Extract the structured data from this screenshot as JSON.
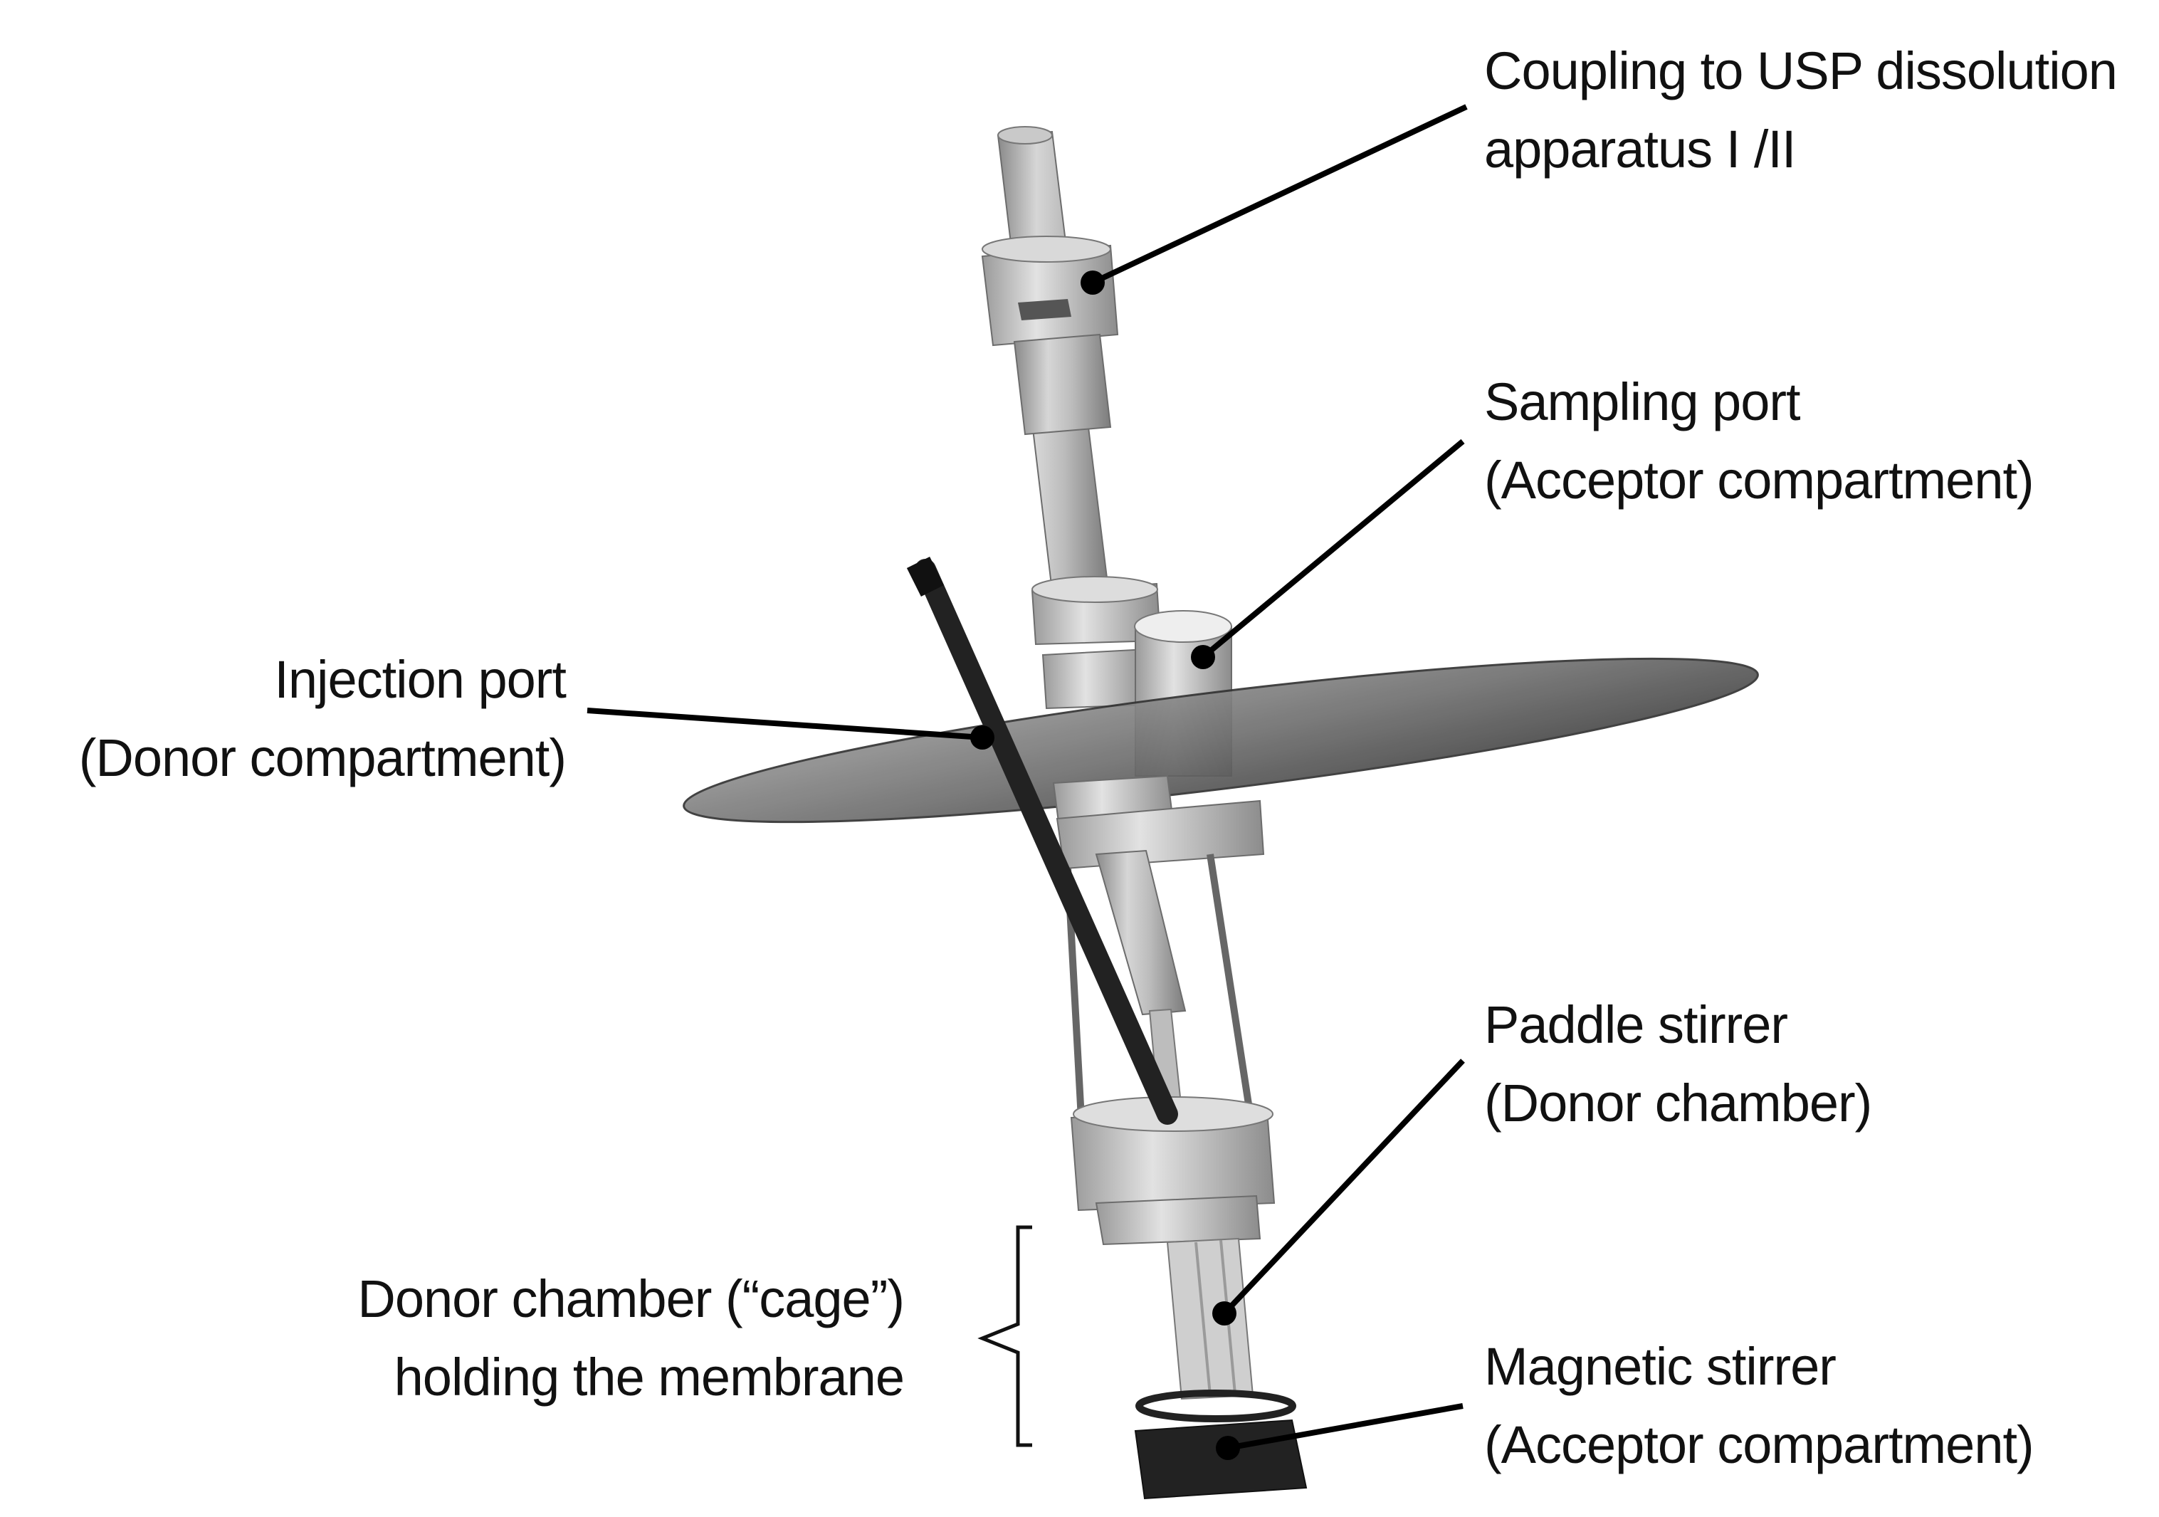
{
  "labels": {
    "coupling": {
      "line1": "Coupling to USP dissolution",
      "line2": "apparatus I /II"
    },
    "sampling": {
      "line1": "Sampling port",
      "line2": "(Acceptor compartment)"
    },
    "injection": {
      "line1": "Injection port",
      "line2": "(Donor compartment)"
    },
    "paddle": {
      "line1": "Paddle stirrer",
      "line2": "(Donor chamber)"
    },
    "cage": {
      "line1": "Donor chamber (“cage”)",
      "line2": "holding the membrane"
    },
    "magnetic": {
      "line1": "Magnetic stirrer",
      "line2": "(Acceptor compartment)"
    }
  }
}
